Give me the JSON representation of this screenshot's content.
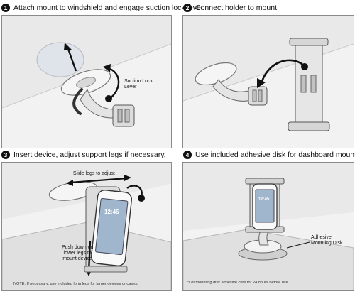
{
  "steps": [
    {
      "number": "1",
      "text": "Attach mount to windshield and engage suction lock lever.",
      "callouts": [
        "Suction Lock",
        "Lever"
      ]
    },
    {
      "number": "2",
      "text": "Connect holder to mount."
    },
    {
      "number": "3",
      "text": "Insert device, adjust support legs if necessary.",
      "callouts": [
        "Slide legs to adjust",
        "Push down on",
        "lower legs to",
        "mount device"
      ],
      "note": "NOTE: If necessary, use included long legs for larger devices or cases."
    },
    {
      "number": "4",
      "text": "Use included adhesive disk for dashboard mounting.",
      "callouts": [
        "Adhesive",
        "Mounting Disk"
      ],
      "note": "*Let mounting disk adhesive cure for 24 hours before use."
    }
  ],
  "phone": {
    "time": "12:45"
  }
}
